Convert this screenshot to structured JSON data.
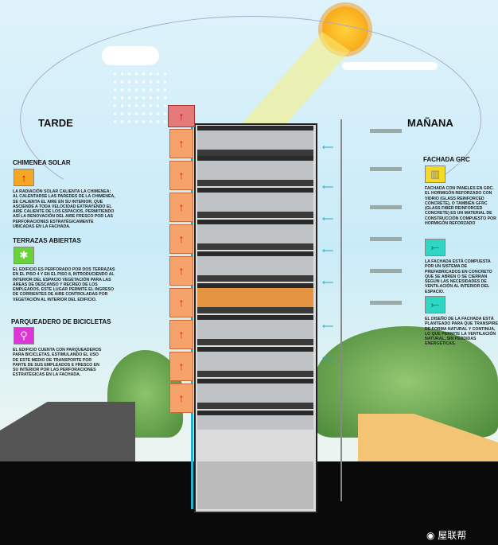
{
  "headings": {
    "left": "TARDE",
    "right": "MAÑANA"
  },
  "left_panel": [
    {
      "title": "CHIMENEA SOLAR",
      "icon": "chimney-arrow-icon",
      "color": "#f5a623",
      "text": "La radiación solar calienta la chimenea; al calentarse las paredes de la chimenea, se calienta el aire en su interior, que asciende a toda velocidad extrayendo el aire caliente de los espacios, permitiendo así la renovación del aire fresco por las perforaciones estratégicamente ubicadas en la fachada."
    },
    {
      "title": "TERRAZAS ABIERTAS",
      "icon": "plant-icon",
      "color": "#6ad33a",
      "text": "El edificio es perforado por dos terrazas en el piso 4 y en el piso 8, introduciendo al interior del espacio vegetación para las áreas de descanso y recreo de los empleados. Este lugar permite el ingreso de corrientes de aire controladas por vegetación al interior del edificio."
    },
    {
      "title": "PARQUEADERO DE BICICLETAS",
      "icon": "bicycle-icon",
      "color": "#e033d8",
      "text": "El edificio cuenta con parqueaderos para bicicletas, estimulando el uso de este medio de transporte por parte de sus empleados e fresco en su interior por las perforaciones estratégicas en la fachada."
    }
  ],
  "right_panel": [
    {
      "title": "FACHADA GRC",
      "icon": "facade-panel-icon",
      "color": "#f5d922",
      "text": "Fachada con paneles en GRC. El hormigón reforzado con vidrio (Glass Reinforced Concrete), o también GFRC (Glass Fiber Reinforced Concrete) es un material de construcción compuesto por hormigón reforzado"
    },
    {
      "title": "",
      "icon": "wind-flow-icon",
      "color": "#2fd6c4",
      "text": "La fachada está compuesta por un sistema de prefabricados en concreto que se abren o se cierran según las necesidades de ventilación al interior del espacio."
    },
    {
      "title": "",
      "icon": "wind-flow-icon",
      "color": "#2fd6c4",
      "text": "El diseño de la fachada está planteado para que transpire de forma natural y continua, lo que permite la ventilación natural, sin pérdidas energéticas."
    }
  ],
  "watermark": "屋联帮"
}
